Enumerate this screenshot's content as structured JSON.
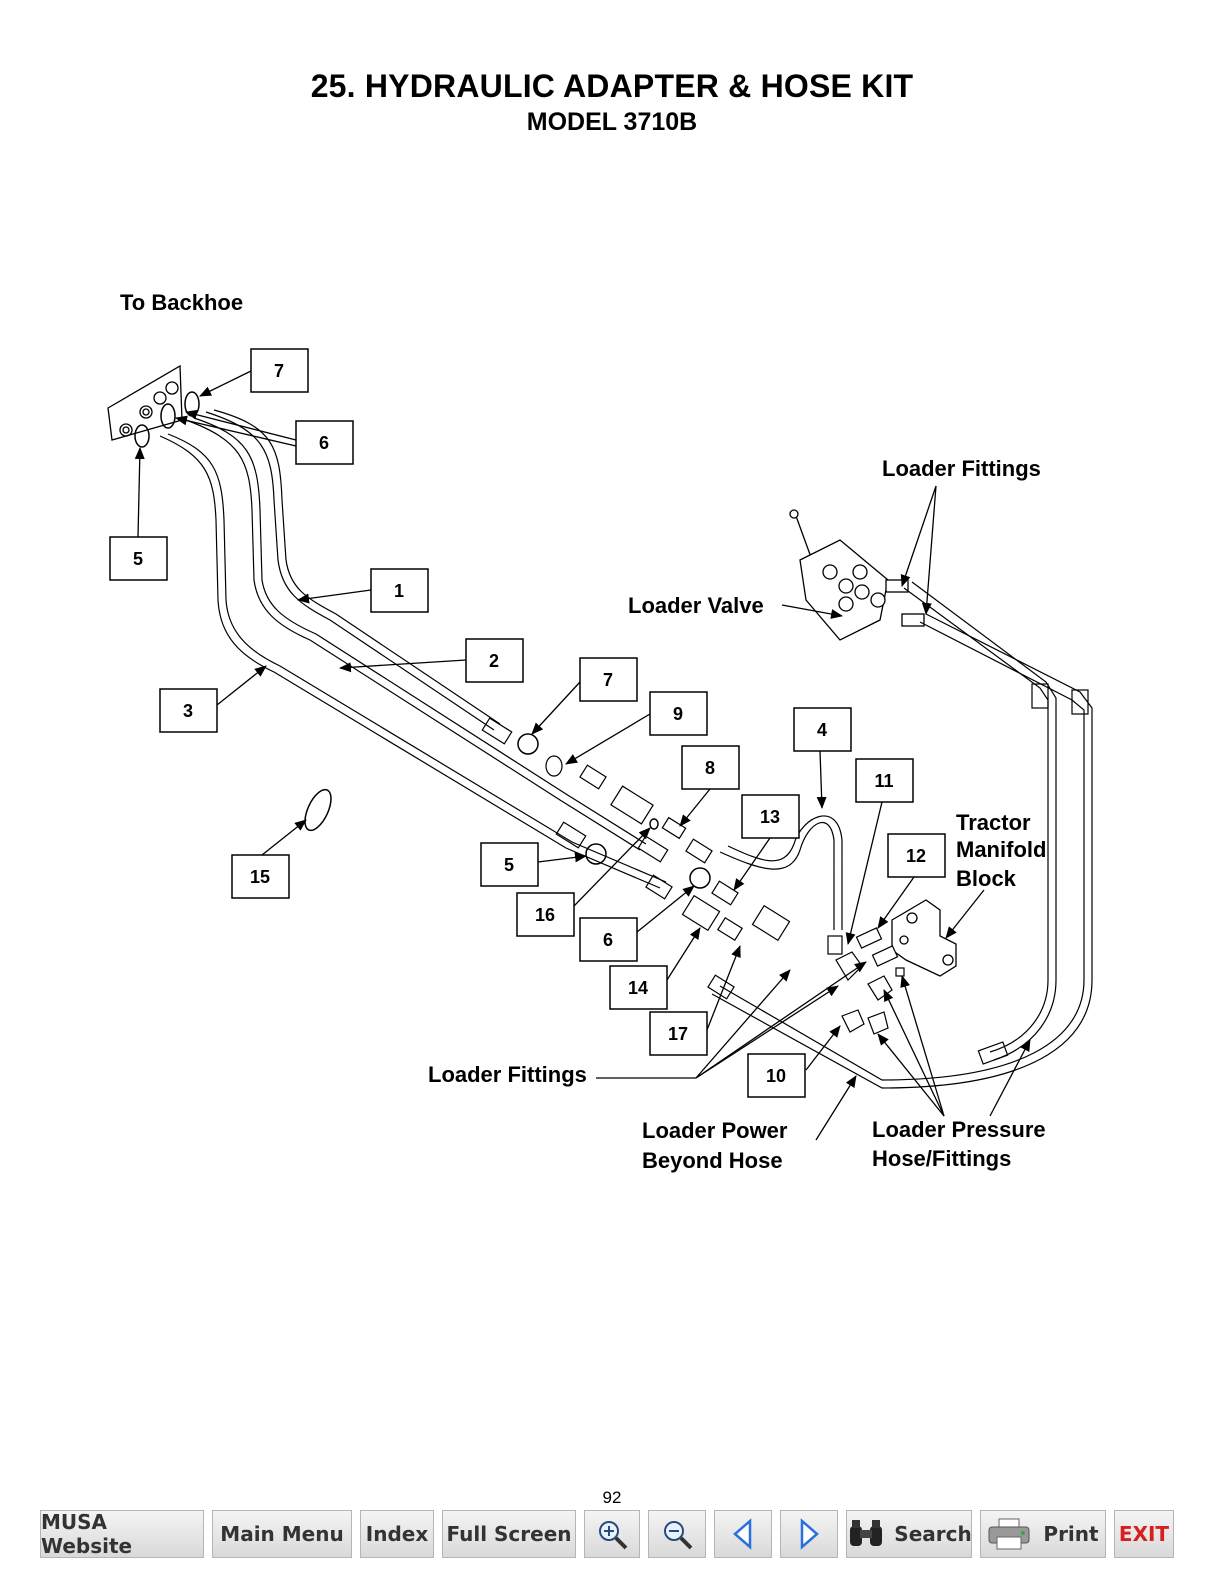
{
  "header": {
    "title": "25. HYDRAULIC ADAPTER & HOSE KIT",
    "subtitle": "MODEL 3710B"
  },
  "labels": {
    "to_backhoe": "To Backhoe",
    "loader_fittings_top": "Loader Fittings",
    "loader_valve": "Loader Valve",
    "tractor_manifold_1": "Tractor",
    "tractor_manifold_2": "Manifold",
    "tractor_manifold_3": "Block",
    "loader_fittings_bottom": "Loader Fittings",
    "loader_power_1": "Loader Power",
    "loader_power_2": "Beyond Hose",
    "loader_pressure_1": "Loader Pressure",
    "loader_pressure_2": "Hose/Fittings"
  },
  "callouts": [
    {
      "id": "c7a",
      "num": "7"
    },
    {
      "id": "c6a",
      "num": "6"
    },
    {
      "id": "c5a",
      "num": "5"
    },
    {
      "id": "c1",
      "num": "1"
    },
    {
      "id": "c2",
      "num": "2"
    },
    {
      "id": "c3",
      "num": "3"
    },
    {
      "id": "c7b",
      "num": "7"
    },
    {
      "id": "c9",
      "num": "9"
    },
    {
      "id": "c4",
      "num": "4"
    },
    {
      "id": "c8",
      "num": "8"
    },
    {
      "id": "c11",
      "num": "11"
    },
    {
      "id": "c13",
      "num": "13"
    },
    {
      "id": "c12",
      "num": "12"
    },
    {
      "id": "c15",
      "num": "15"
    },
    {
      "id": "c5b",
      "num": "5"
    },
    {
      "id": "c16",
      "num": "16"
    },
    {
      "id": "c6b",
      "num": "6"
    },
    {
      "id": "c14",
      "num": "14"
    },
    {
      "id": "c17",
      "num": "17"
    },
    {
      "id": "c10",
      "num": "10"
    }
  ],
  "footer": {
    "page_number": "92"
  },
  "toolbar": {
    "musa_website": "MUSA Website",
    "main_menu": "Main Menu",
    "index": "Index",
    "full_screen": "Full Screen",
    "zoom_in_icon": "zoom-in-icon",
    "zoom_out_icon": "zoom-out-icon",
    "prev_icon": "previous-page-icon",
    "next_icon": "next-page-icon",
    "search": "Search",
    "print": "Print",
    "exit": "EXIT",
    "exit_color": "#d71f1f",
    "nav_arrow_color": "#2a6fdb"
  }
}
